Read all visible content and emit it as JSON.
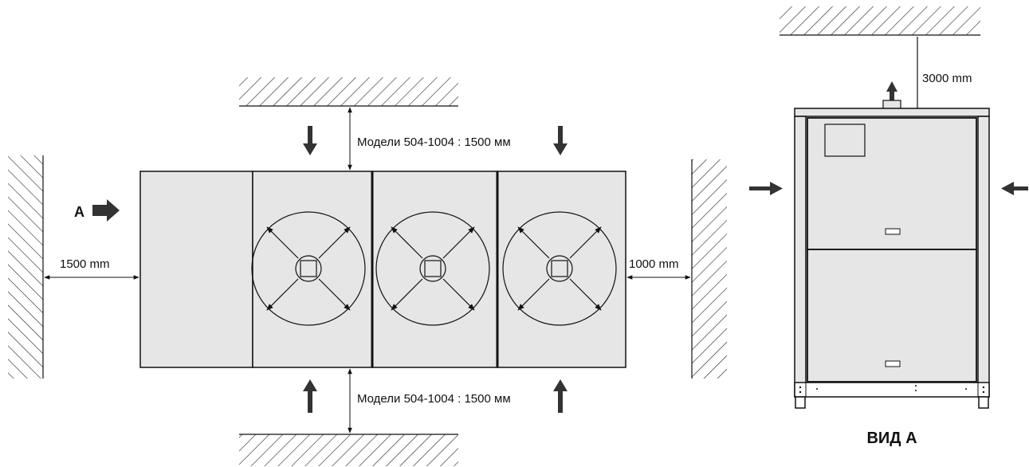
{
  "clearances": {
    "left": "1500 mm",
    "right": "1000 mm",
    "top": "Модели 504-1004 : 1500 мм",
    "bottom": "Модели 504-1004 : 1500 мм",
    "above": "3000 mm"
  },
  "view_marker": "A",
  "view_caption": "ВИД А",
  "colors": {
    "unit_fill": "#e6e6e6",
    "line": "#111111",
    "arrow": "#333333"
  }
}
